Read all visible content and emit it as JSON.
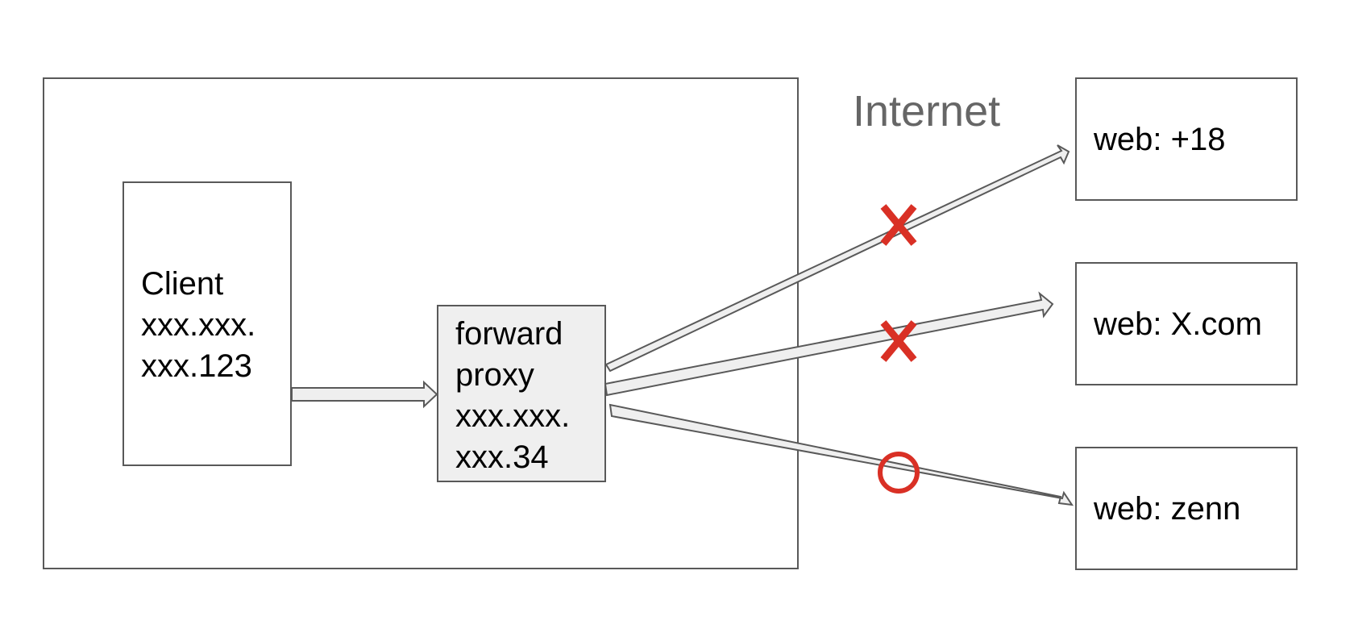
{
  "network": {
    "label": "Internet"
  },
  "client": {
    "lines": [
      "Client",
      "xxx.xxx.",
      "xxx.123"
    ]
  },
  "proxy": {
    "lines": [
      "forward",
      "proxy",
      "xxx.xxx.",
      "xxx.34"
    ]
  },
  "sites": [
    {
      "label": "web: +18",
      "status": "blocked"
    },
    {
      "label": "web: X.com",
      "status": "blocked"
    },
    {
      "label": "web: zenn",
      "status": "allowed"
    }
  ],
  "colors": {
    "border": "#595959",
    "arrow_fill": "#efefef",
    "proxy_fill": "#efefef",
    "internet_text": "#666666",
    "blocked_mark": "#d93025",
    "allowed_mark": "#d93025"
  },
  "icons": {
    "blocked": "cross-icon",
    "allowed": "circle-icon"
  }
}
